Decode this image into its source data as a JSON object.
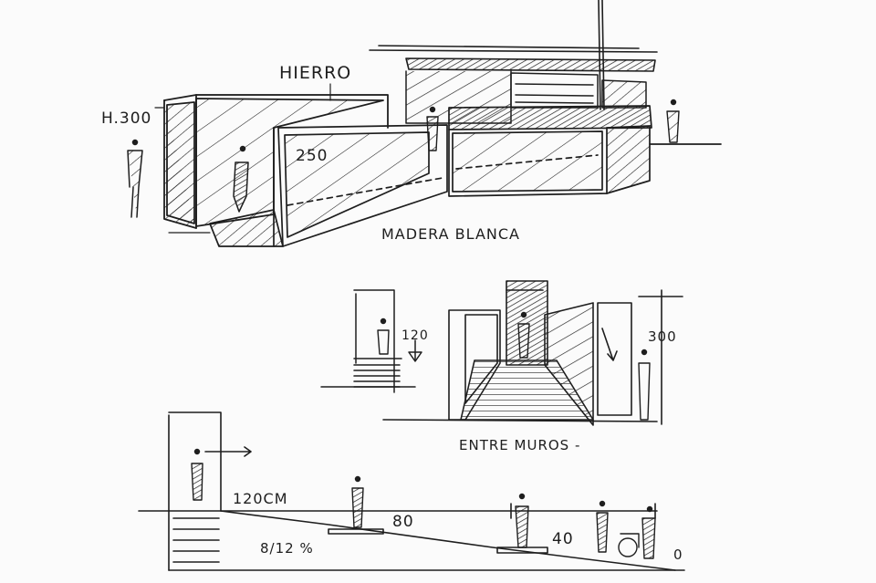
{
  "labels": {
    "hierro": "HIERRO",
    "h300": "H.300",
    "n250": "250",
    "madera_blanca": "MADERA BLANCA",
    "n120": "120",
    "n300": "300",
    "entre_muros": "ENTRE MUROS -",
    "cm120": "120CM",
    "n80": "80",
    "n40": "40",
    "slope": "8/12 %",
    "zero": "0"
  },
  "colors": {
    "ink": "#1e1e1e",
    "paper": "#fbfbfb"
  }
}
